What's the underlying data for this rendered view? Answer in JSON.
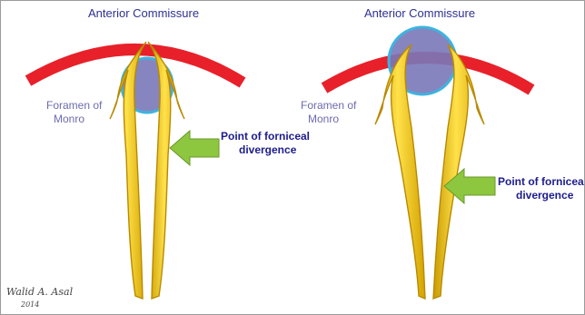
{
  "colors": {
    "commissure": "#e8202a",
    "fornix": "#f5c400",
    "fornix_edge": "#b88a00",
    "foramen_fill": "#7a78b8",
    "foramen_stroke": "#3cb4e0",
    "arrow": "#8dc63f"
  },
  "panels": [
    {
      "anterior_commissure": "Anterior Commissure",
      "foramen": [
        "Foramen of",
        "Monro"
      ],
      "divergence": [
        "Point of forniceal",
        "divergence"
      ]
    },
    {
      "anterior_commissure": "Anterior Commissure",
      "foramen": [
        "Foramen of",
        "Monro"
      ],
      "divergence": [
        "Point of forniceal",
        "divergence"
      ]
    }
  ],
  "signature": {
    "name": "Walid A. Asal",
    "year": "2014"
  }
}
